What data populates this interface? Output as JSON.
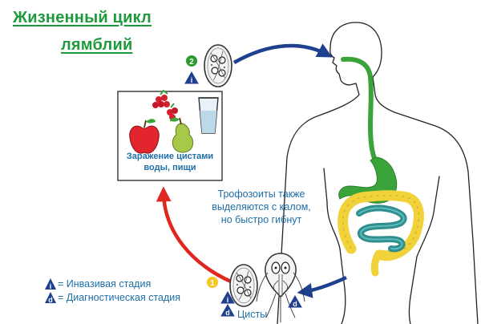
{
  "diagram": {
    "title_line1": "Жизненный цикл",
    "title_line2": "лямблий",
    "step_badges": [
      "1",
      "2"
    ],
    "stage_marks": {
      "infective": "i",
      "diagnostic": "d"
    },
    "box_caption": {
      "line1": "Заражение цистами",
      "line2": "воды, пищи"
    },
    "trophozoite_note": {
      "line1": "Трофозоиты также",
      "line2": "выделяются с калом,",
      "line3": "но быстро гибнут"
    },
    "cysts_label": "Цисты",
    "legend": [
      {
        "mark": "i",
        "text": "= Инвазивая стадия"
      },
      {
        "mark": "d",
        "text": "= Диагностическая стадия"
      }
    ],
    "colors": {
      "title": "#1e9a3c",
      "text": "#1e6ea8",
      "arrow_blue": "#1f3f8f",
      "arrow_red": "#e0261f",
      "esophagus_stomach": "#3aa33a",
      "small_intestine": "#2f8e8e",
      "large_intestine": "#f2d23a",
      "badge_green": "#2e9a2e",
      "badge_yellow": "#f3c623",
      "mark_fill": "#1f3f8f"
    },
    "icons": [
      "cyst-icon",
      "trophozoite-icon",
      "human-body-icon",
      "raspberry-icon",
      "glass-of-water-icon",
      "apple-icon",
      "pear-icon"
    ]
  }
}
